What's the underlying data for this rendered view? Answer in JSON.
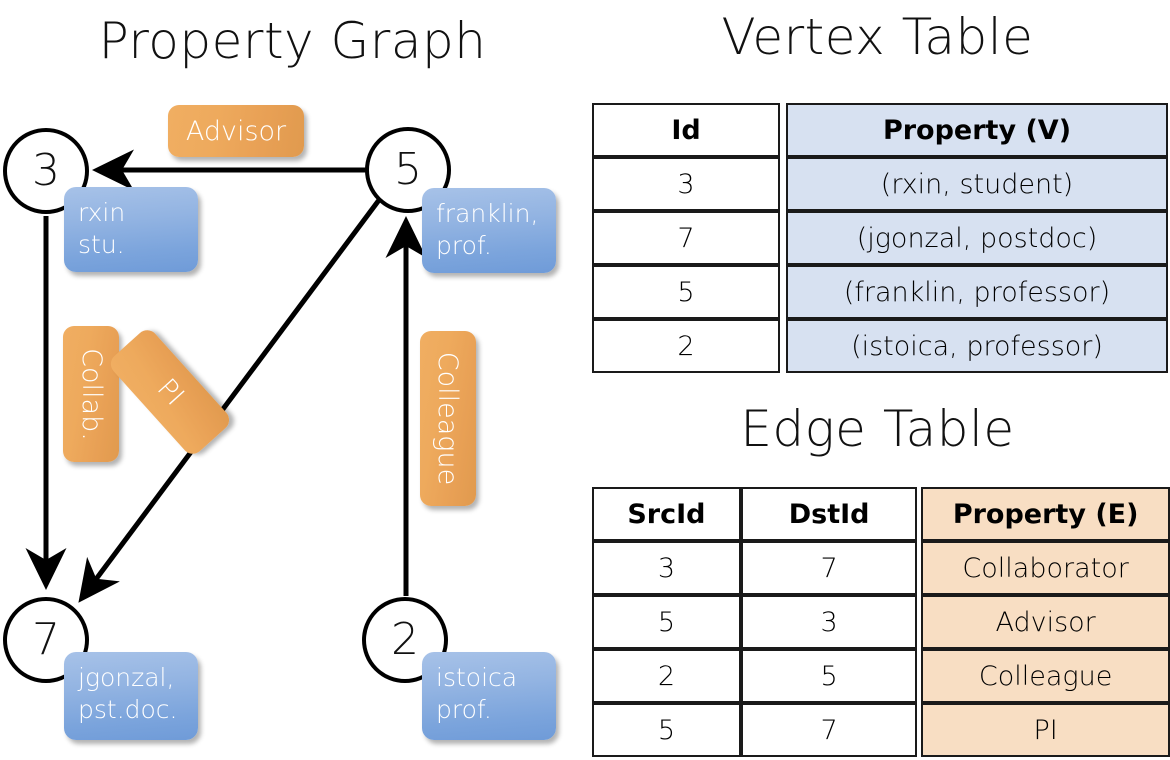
{
  "titles": {
    "property_graph": "Property Graph",
    "vertex_table": "Vertex Table",
    "edge_table": "Edge Table"
  },
  "colors": {
    "vertex_property_fill": "#d7e1f1",
    "edge_property_fill": "#f8dec3",
    "node_property_box": "#7ba4dc",
    "edge_label_box": "#e8a055",
    "border": "#1a1a1a"
  },
  "graph": {
    "nodes": [
      {
        "id": "3",
        "name": "rxin",
        "role": "stu.",
        "property_line1": "rxin",
        "property_line2": "stu."
      },
      {
        "id": "5",
        "name": "franklin",
        "role": "prof.",
        "property_line1": "franklin,",
        "property_line2": "prof."
      },
      {
        "id": "7",
        "name": "jgonzal",
        "role": "pst.doc.",
        "property_line1": "jgonzal,",
        "property_line2": "pst.doc."
      },
      {
        "id": "2",
        "name": "istoica",
        "role": "prof.",
        "property_line1": "istoica",
        "property_line2": "prof."
      }
    ],
    "edge_labels": [
      {
        "key": "advisor",
        "label": "Advisor",
        "src": "5",
        "dst": "3"
      },
      {
        "key": "collab",
        "label": "Collab.",
        "src": "3",
        "dst": "7"
      },
      {
        "key": "pi",
        "label": "PI",
        "src": "5",
        "dst": "7"
      },
      {
        "key": "colleague",
        "label": "Colleague",
        "src": "2",
        "dst": "5"
      }
    ]
  },
  "vertex_table": {
    "headers": [
      "Id",
      "Property (V)"
    ],
    "rows": [
      {
        "id": "3",
        "property": "(rxin, student)"
      },
      {
        "id": "7",
        "property": "(jgonzal, postdoc)"
      },
      {
        "id": "5",
        "property": "(franklin, professor)"
      },
      {
        "id": "2",
        "property": "(istoica, professor)"
      }
    ]
  },
  "edge_table": {
    "headers": [
      "SrcId",
      "DstId",
      "Property (E)"
    ],
    "rows": [
      {
        "src": "3",
        "dst": "7",
        "property": "Collaborator"
      },
      {
        "src": "5",
        "dst": "3",
        "property": "Advisor"
      },
      {
        "src": "2",
        "dst": "5",
        "property": "Colleague"
      },
      {
        "src": "5",
        "dst": "7",
        "property": "PI"
      }
    ]
  }
}
